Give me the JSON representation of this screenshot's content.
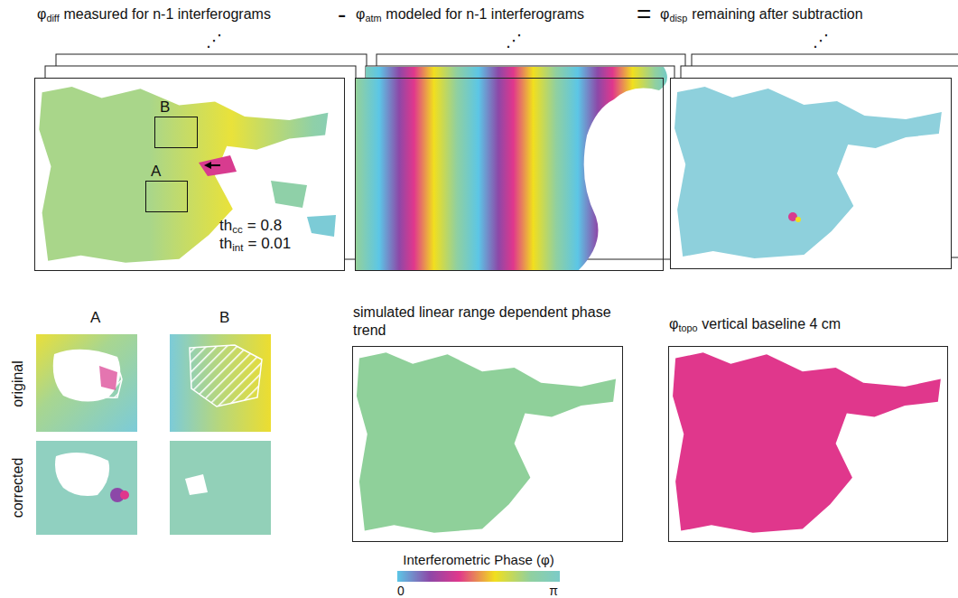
{
  "diagram": {
    "nodes": [
      {
        "text": [
          "φ",
          "diff",
          "measured for n-1 interferograms"
        ]
      },
      {
        "text": [
          "B"
        ],
        "in": 0
      },
      {
        "text": [
          "A"
        ],
        "in": 0
      },
      {
        "text": [
          "φ",
          "atm",
          "modeled for n-1 interferograms"
        ]
      },
      {
        "text": [
          "φ",
          "disp",
          "remaining after subtraction"
        ]
      },
      {
        "text": [
          "simulated linear range dependent phase trend"
        ]
      },
      {
        "text": [
          "φ",
          "topo",
          "vertical baseline 4 cm"
        ]
      }
    ],
    "labels": [
      "⋰",
      "⋰",
      "⋰",
      "-",
      "=",
      "th",
      "cc",
      "= 0.8",
      "th",
      "int",
      "= 0.01",
      "A",
      "B",
      "original",
      "corrected",
      "Interferometric Phase (φ)",
      "0",
      "π"
    ]
  }
}
